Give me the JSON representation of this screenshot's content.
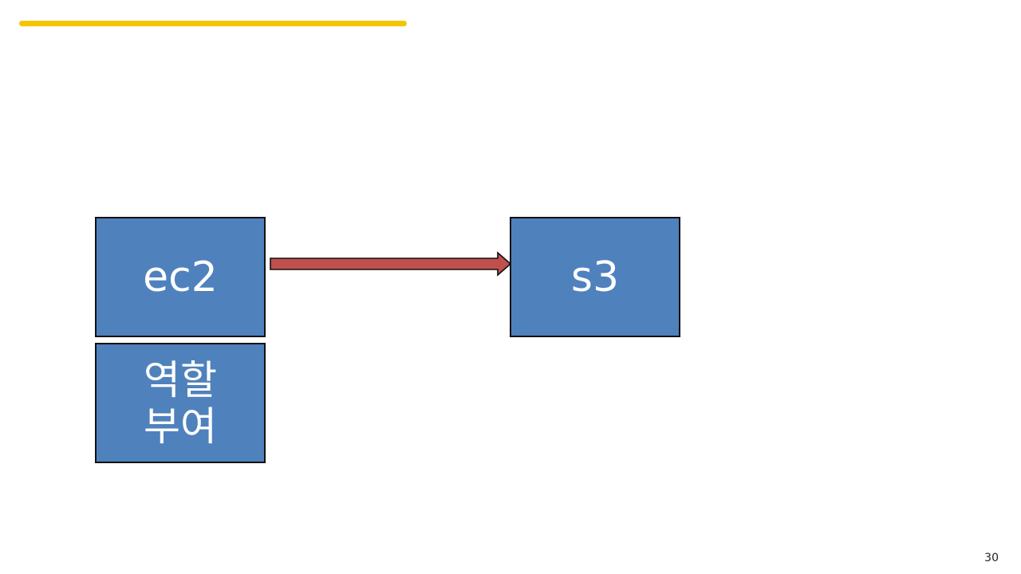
{
  "diagram": {
    "source_node": {
      "label": "ec2"
    },
    "target_node": {
      "label": "s3"
    },
    "role_node": {
      "line1": "역할",
      "line2": "부여"
    },
    "edge": {
      "from": "ec2",
      "to": "s3"
    }
  },
  "page_number": "30",
  "colors": {
    "accent_bar": "#f5c400",
    "node_fill": "#4f81bd",
    "arrow_fill": "#c0504d",
    "border": "#111111"
  }
}
